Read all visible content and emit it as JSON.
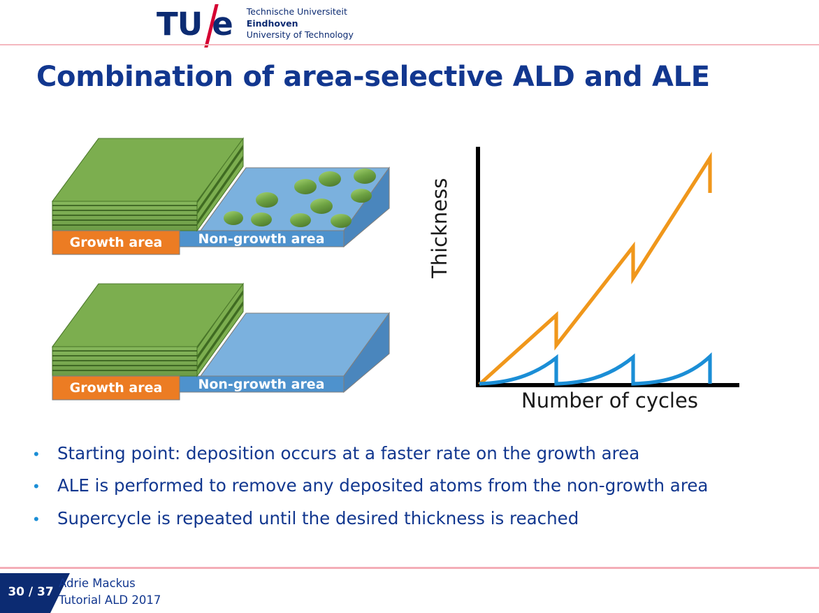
{
  "logo": {
    "mark_tu": "TU",
    "mark_e": "e",
    "line1": "Technische Universiteit",
    "line2": "Eindhoven",
    "line3": "University of Technology"
  },
  "title": "Combination of area-selective ALD and ALE",
  "diagrams": [
    {
      "id": "before-ale",
      "growth_label": "Growth area",
      "nongrowth_label": "Non-growth area",
      "has_nuclei": true,
      "nuclei_count": 10
    },
    {
      "id": "after-ale",
      "growth_label": "Growth area",
      "nongrowth_label": "Non-growth area",
      "has_nuclei": false,
      "nuclei_count": 0
    }
  ],
  "chart_data": {
    "type": "line",
    "title": "",
    "xlabel": "Number of cycles",
    "ylabel": "Thickness",
    "xlim": [
      0,
      100
    ],
    "ylim": [
      0,
      100
    ],
    "grid": false,
    "legend": "none",
    "axis_ticks": [],
    "series": [
      {
        "name": "Growth area",
        "color": "#f0971b",
        "shape": "sawtooth-rising",
        "description": "Linear deposition with partial etch-back drops at each ALE step; net thickness increases each supercycle",
        "points": [
          [
            0,
            0
          ],
          [
            30,
            40
          ],
          [
            30,
            28
          ],
          [
            60,
            68
          ],
          [
            60,
            56
          ],
          [
            92,
            96
          ],
          [
            92,
            84
          ]
        ]
      },
      {
        "name": "Non-growth area",
        "color": "#1b8ed6",
        "shape": "sawtooth-nucleation",
        "description": "Nucleation-delayed growth that is fully removed to zero by each ALE step",
        "points": [
          [
            0,
            0
          ],
          [
            12,
            1
          ],
          [
            22,
            3
          ],
          [
            30,
            10
          ],
          [
            30,
            0
          ],
          [
            42,
            1
          ],
          [
            52,
            3
          ],
          [
            60,
            11
          ],
          [
            60,
            0
          ],
          [
            74,
            1
          ],
          [
            84,
            3
          ],
          [
            92,
            12
          ],
          [
            92,
            0
          ],
          [
            100,
            0
          ]
        ]
      }
    ]
  },
  "bullets": [
    "Starting point: deposition occurs at a faster rate on the growth area",
    "ALE is performed to remove any deposited atoms from the non-growth area",
    "Supercycle is repeated until the desired thickness is reached"
  ],
  "bullet_marker": "•",
  "footer": {
    "page": "30 / 37",
    "author": "Adrie Mackus",
    "event": "Tutorial ALD 2017"
  },
  "colors": {
    "navy": "#12378f",
    "logo_navy": "#0c2b72",
    "logo_red": "#d50032",
    "rule_pink": "#f4aeb7",
    "orange_series": "#f0971b",
    "blue_series": "#1b8ed6",
    "growth_orange": "#ec7c23",
    "nongrowth_blue": "#74aede",
    "film_green": "#7cae4f"
  }
}
